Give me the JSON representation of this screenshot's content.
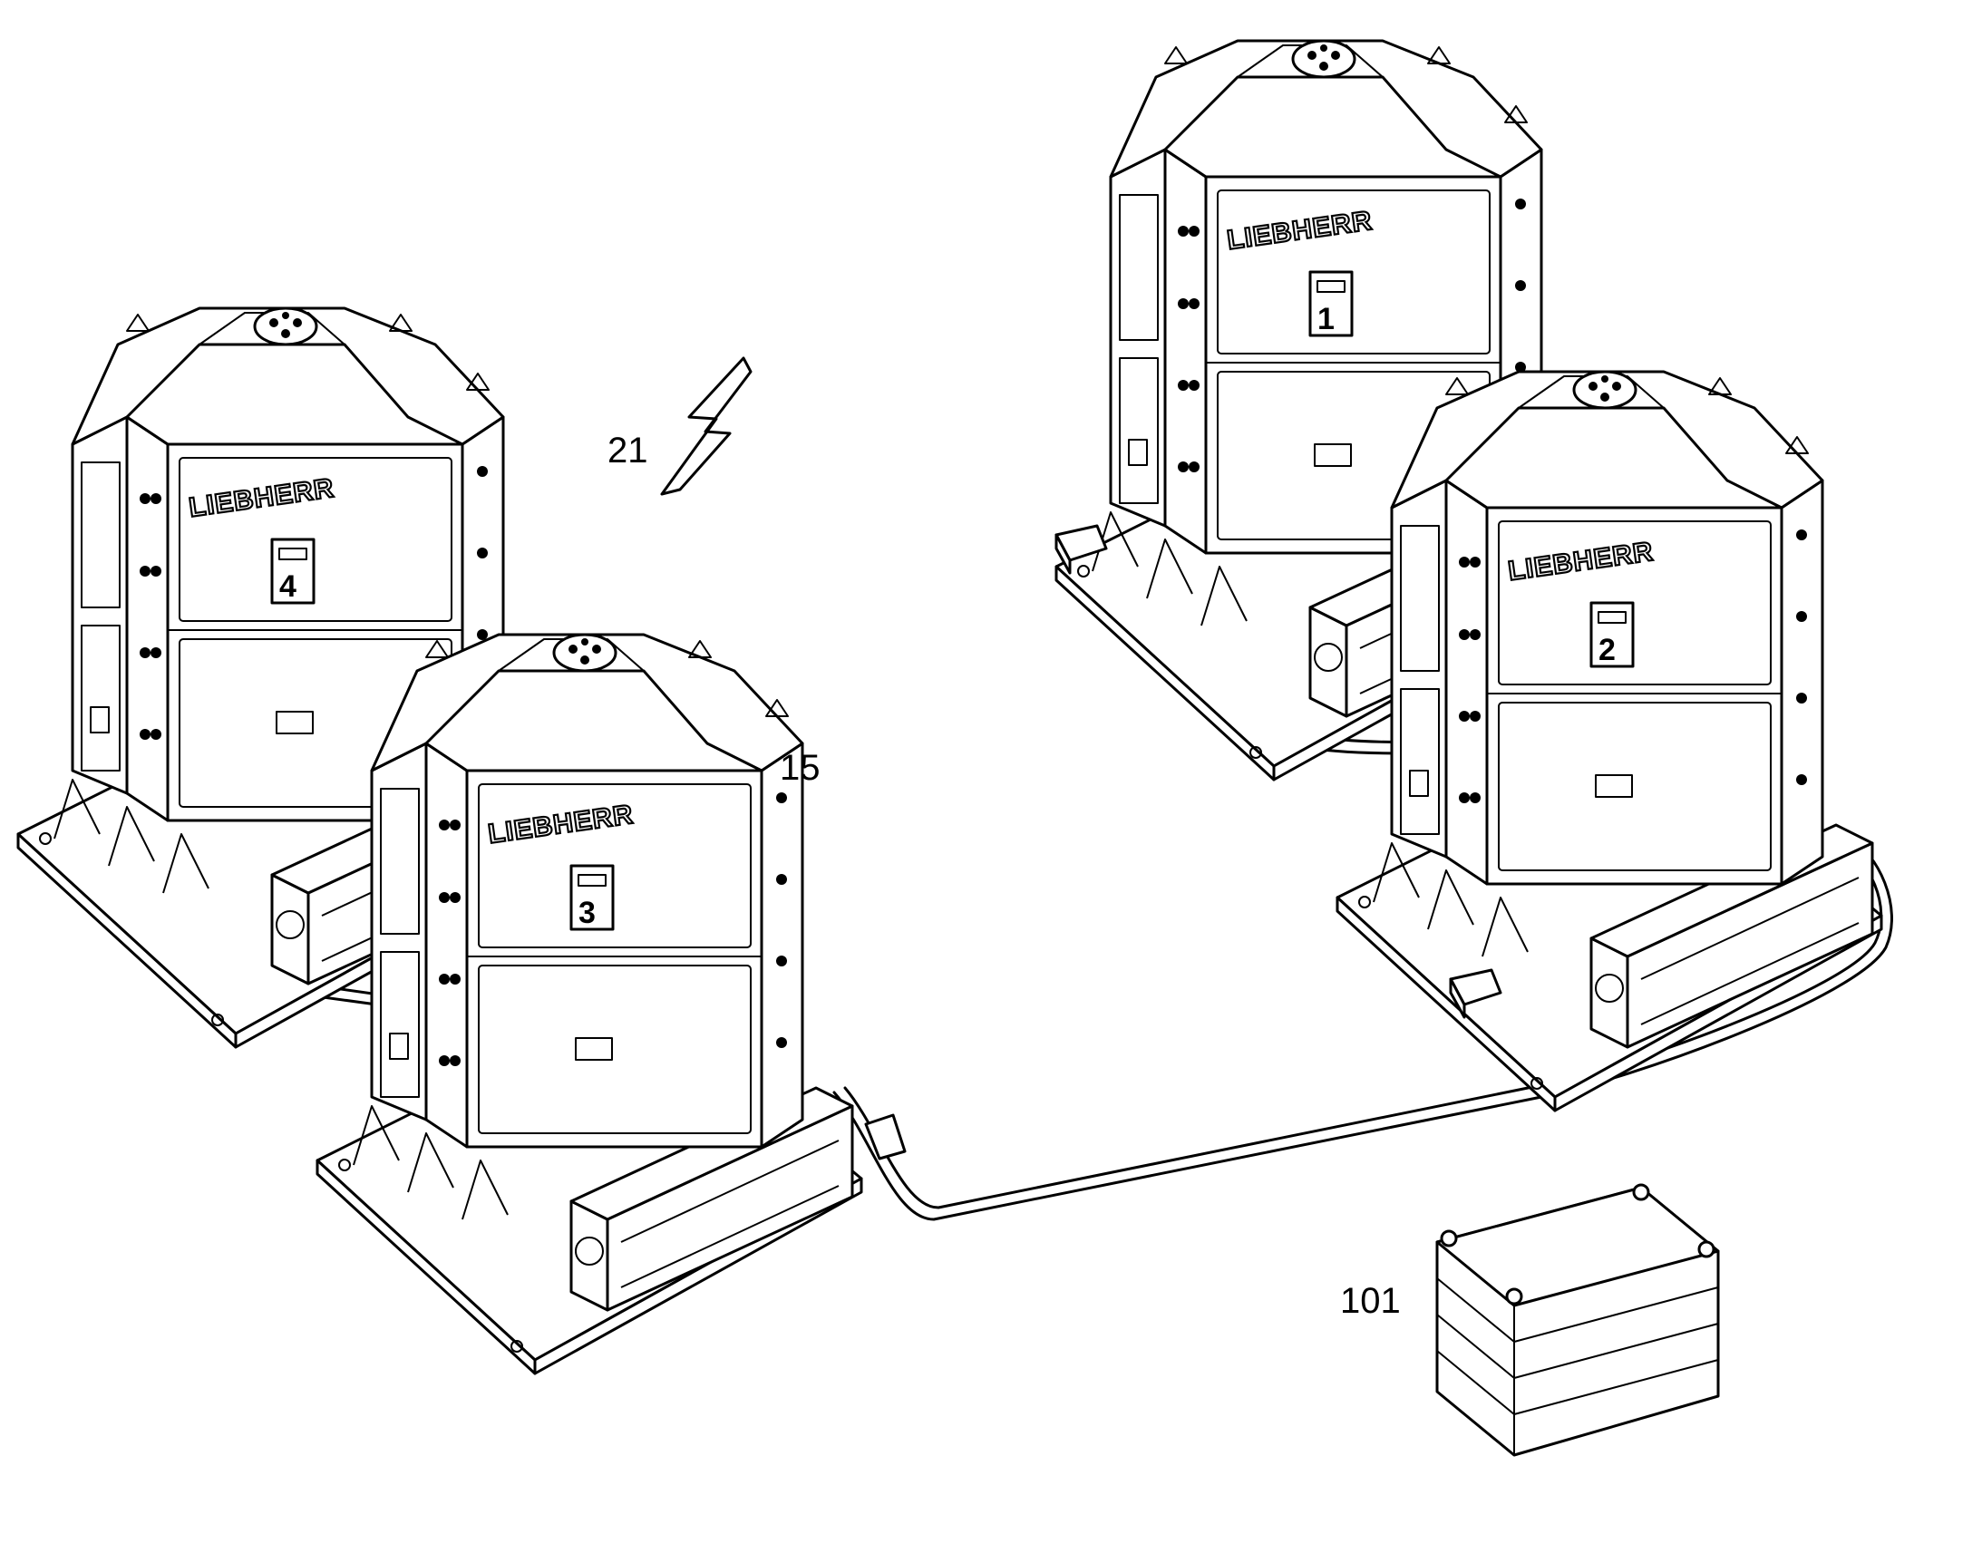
{
  "figure": {
    "reference_numerals": {
      "wireless_symbol": "21",
      "power_unit": "15",
      "storage_stack": "101"
    },
    "brand_label": "LIEBHERR",
    "modules": [
      {
        "id": "module-4",
        "number": "4"
      },
      {
        "id": "module-3",
        "number": "3"
      },
      {
        "id": "module-1",
        "number": "1"
      },
      {
        "id": "module-2",
        "number": "2"
      }
    ],
    "colors": {
      "ink": "#000000",
      "background": "#ffffff"
    }
  }
}
